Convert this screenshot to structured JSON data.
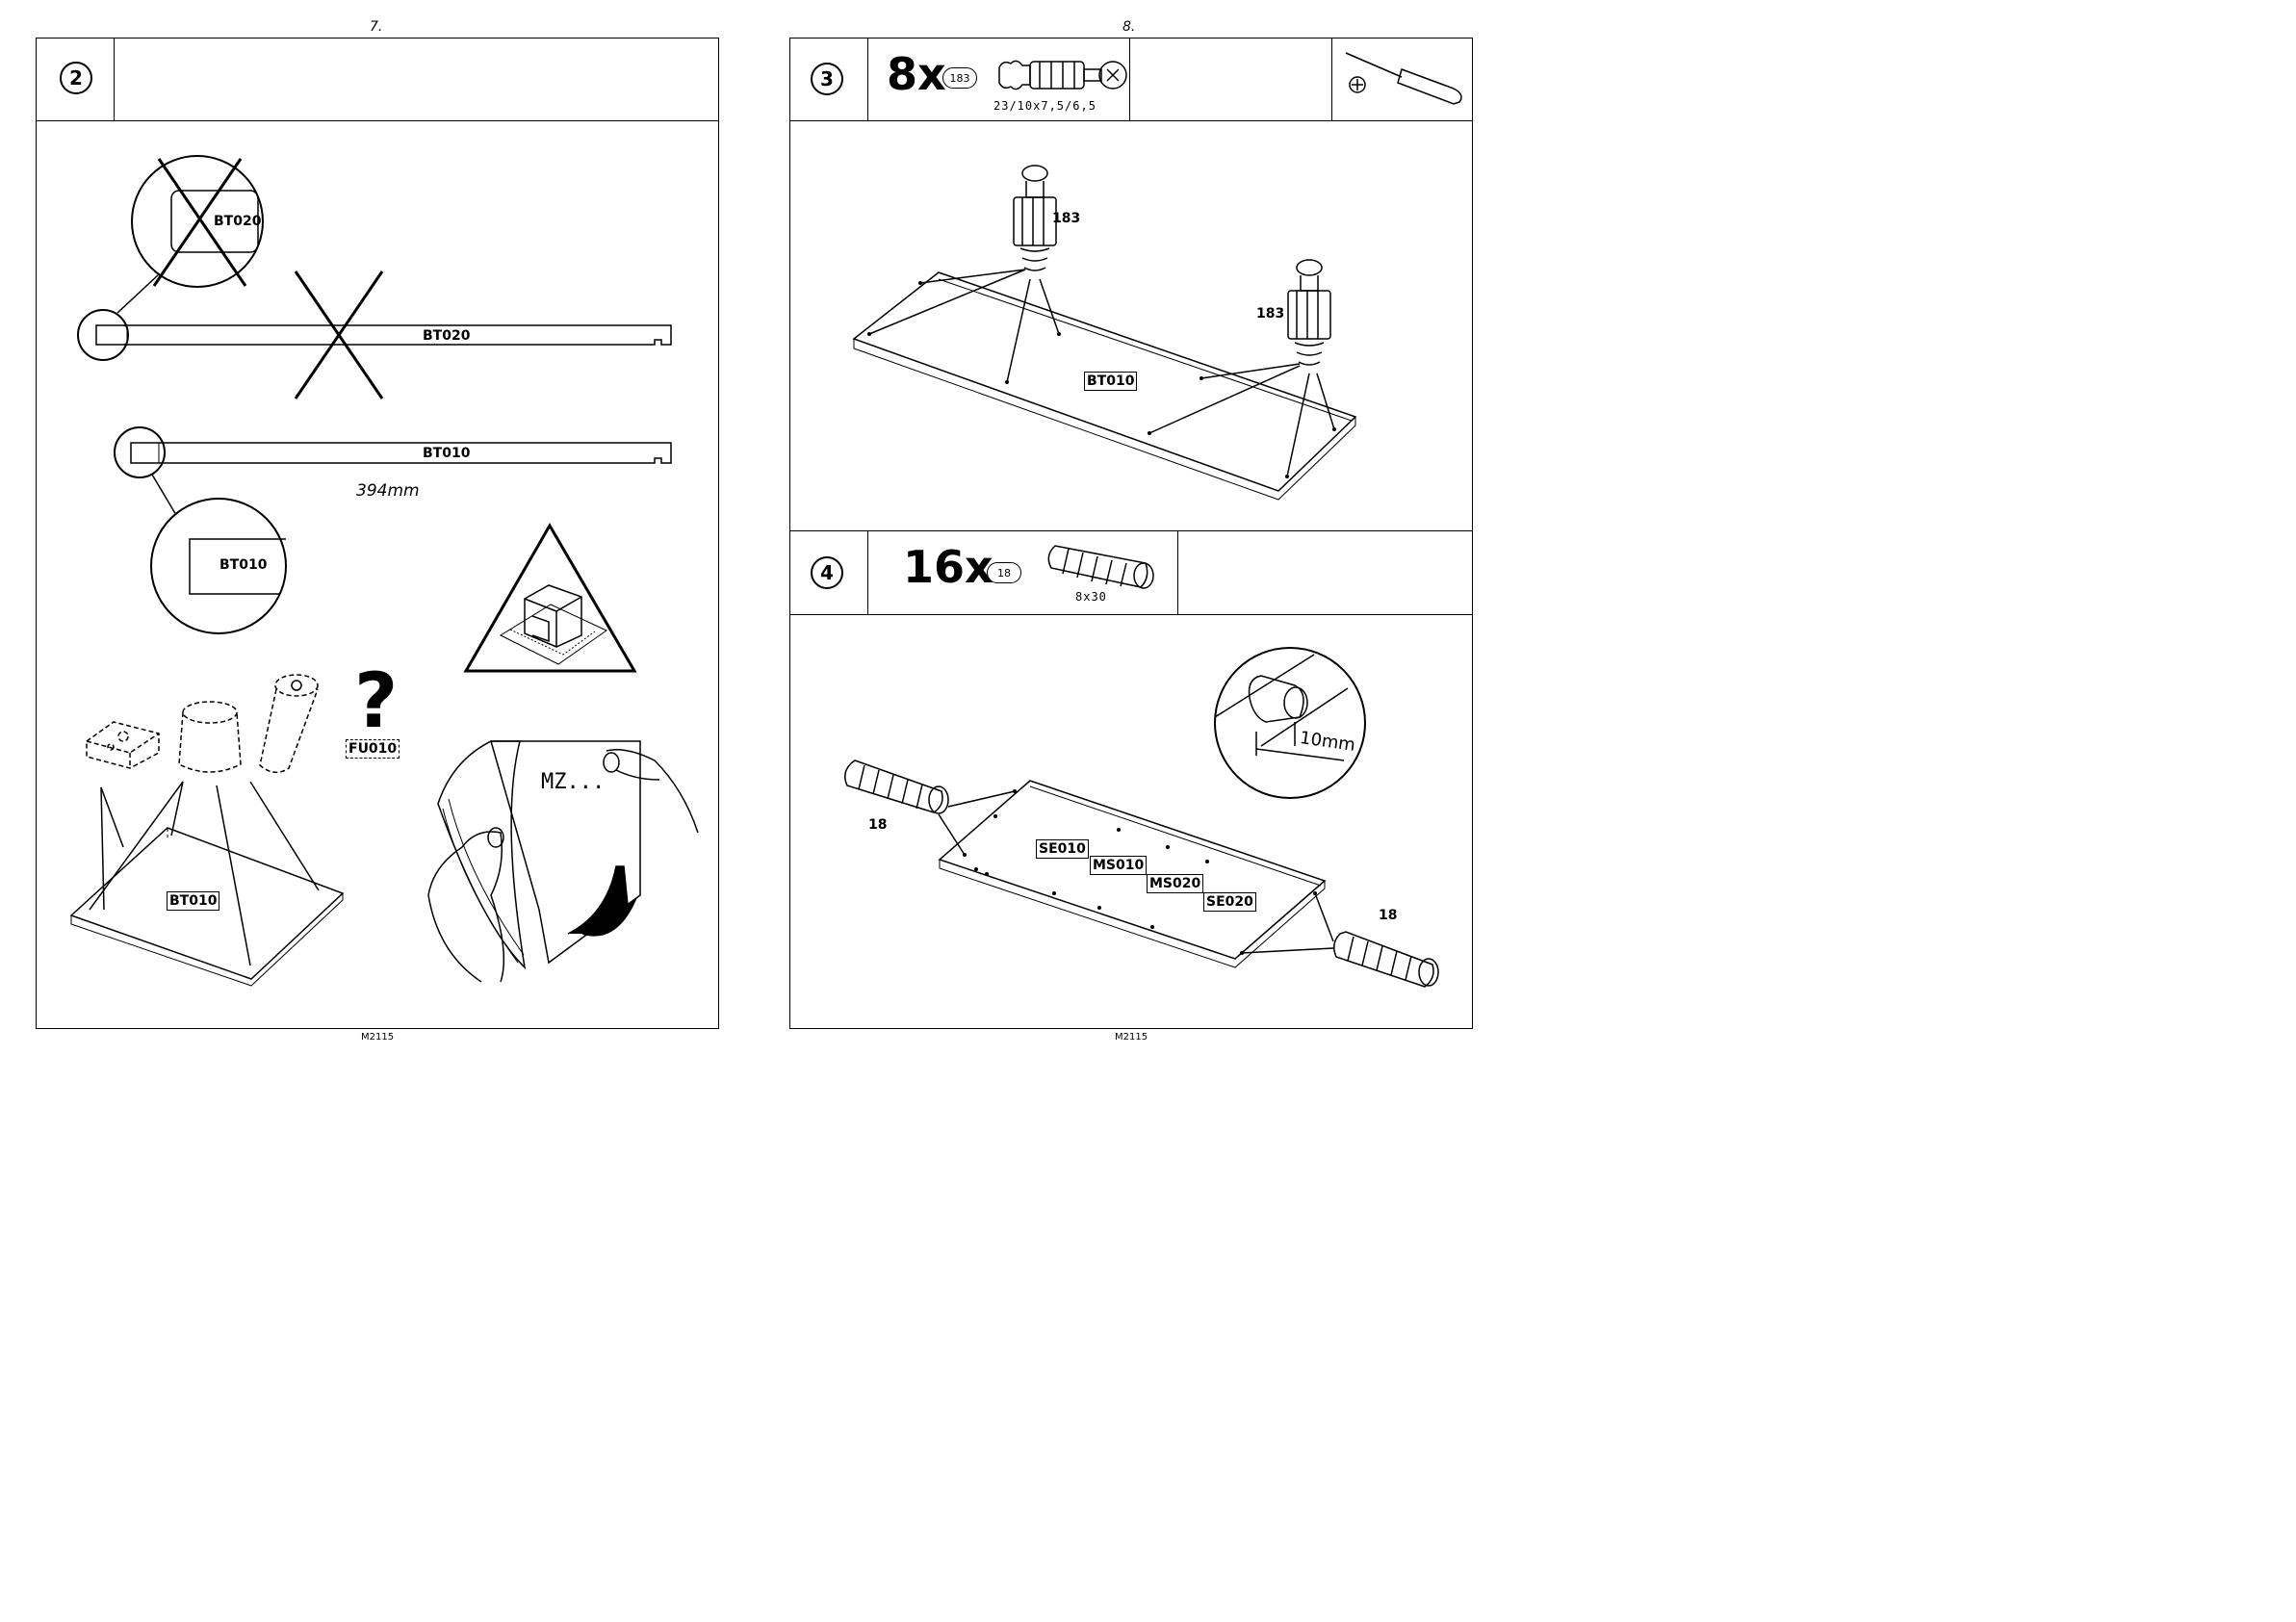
{
  "left_page": {
    "page_number": "7.",
    "footer": "M2115",
    "step_number": "2",
    "labels": {
      "wrong_zoom": "BT020",
      "wrong_board": "BT020",
      "right_board": "BT010",
      "length": "394mm",
      "right_zoom": "BT010",
      "part_box": "FU010",
      "bottom_board": "BT010",
      "manual_text": "MZ...",
      "question": "?"
    }
  },
  "right_page": {
    "page_number": "8.",
    "footer": "M2115",
    "step3": {
      "step_number": "3",
      "quantity": "8x",
      "part_number": "183",
      "spec": "23/10x7,5/6,5",
      "callout_left": "183",
      "callout_right": "183",
      "board_label": "BT010"
    },
    "step4": {
      "step_number": "4",
      "quantity": "16x",
      "part_number": "18",
      "spec": "8x30",
      "dimension": "10mm",
      "callout_left": "18",
      "callout_right": "18",
      "board_labels": [
        "SE010",
        "MS010",
        "MS020",
        "SE020"
      ]
    }
  },
  "icons": [
    "screwdriver-icon",
    "warning-triangle-icon",
    "cam-bolt-icon",
    "wooden-dowel-icon",
    "cross-out-icon"
  ]
}
